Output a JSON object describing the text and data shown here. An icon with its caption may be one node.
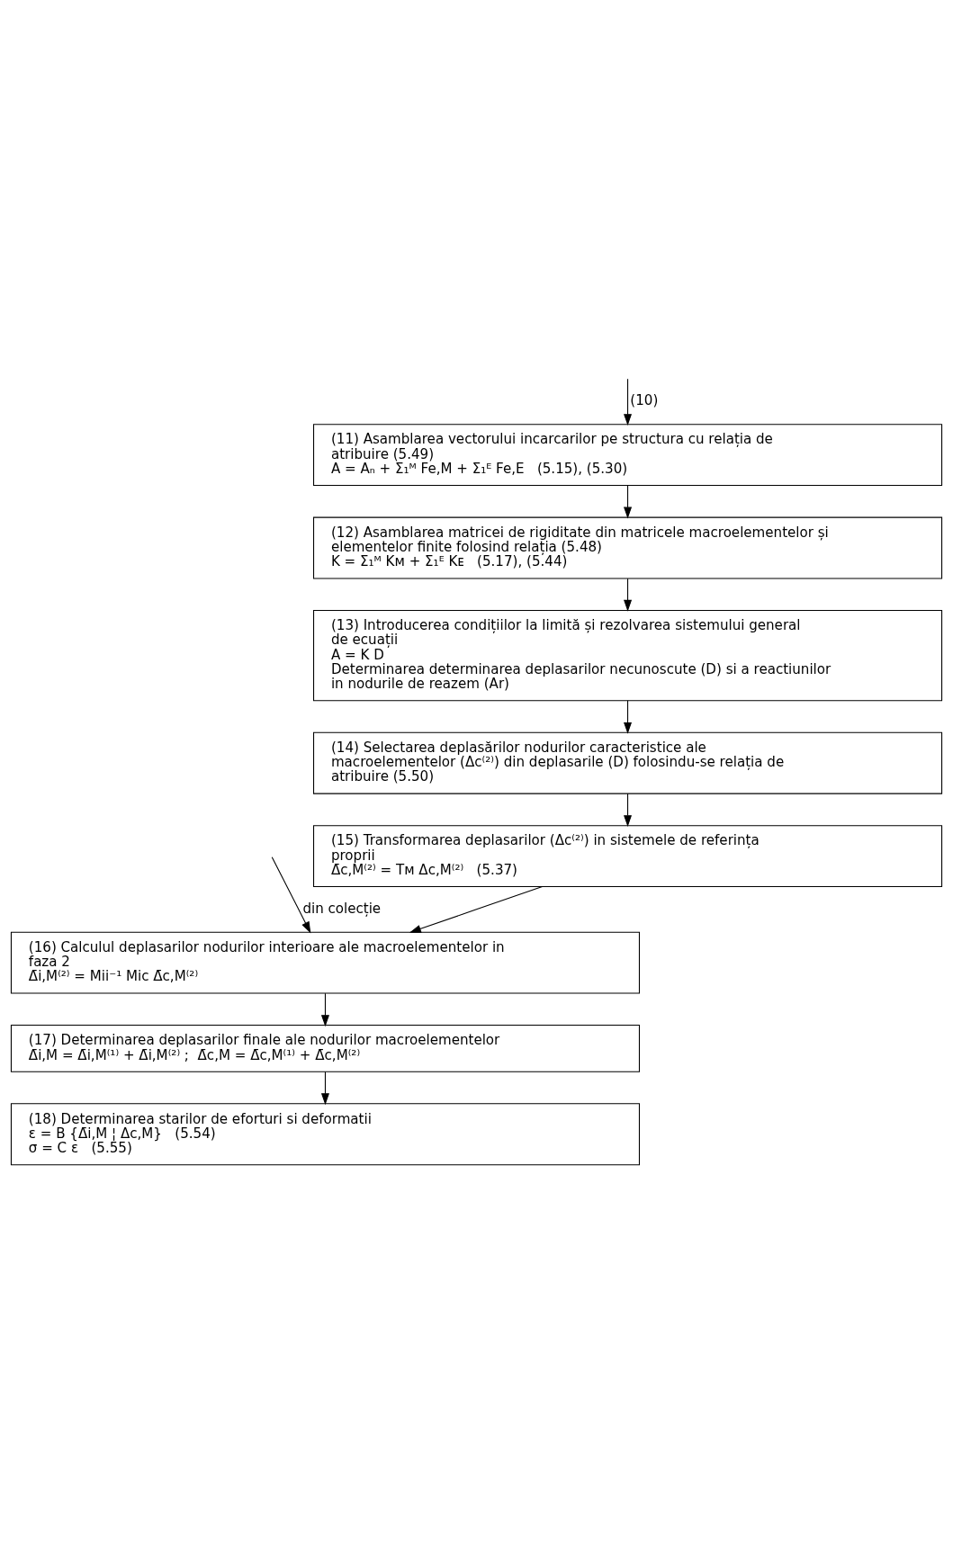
{
  "diagram": {
    "nodes": [
      {
        "text": [
          "(11) Asamblarea vectorului incarcarilor pe structura cu relația de atribuire (5.49)",
          "A = Aₙ + Σ₁ᴹ Fe,M + Σ₁ᴱ Fe,E   (5.15), (5.30)"
        ]
      },
      {
        "text": [
          "(12) Asamblarea matricei de rigiditate din matricele macroelementelor și elementelor finite folosind relația (5.48)",
          "K = Σ₁ᴹ Kᴍ + Σ₁ᴱ Kᴇ   (5.17), (5.44)"
        ]
      },
      {
        "text": [
          "(13) Introducerea condițiilor la limită și rezolvarea sistemului general de ecuații",
          "A = K D",
          "Determinarea determinarea deplasarilor necunoscute (D) si a reactiunilor in nodurile de reazem (Ar)"
        ]
      },
      {
        "text": [
          "(14) Selectarea deplasărilor nodurilor caracteristice ale macroelementelor (Δc⁽²⁾) din deplasarile (D) folosindu-se relația de atribuire (5.50)"
        ]
      },
      {
        "text": [
          "(15) Transformarea deplasarilor (Δc⁽²⁾) in sistemele de referința proprii",
          "Δ̄c,M⁽²⁾ = Tᴍ Δc,M⁽²⁾   (5.37)"
        ]
      },
      {
        "text": [
          "(16) Calculul deplasarilor nodurilor interioare ale macroelementelor in faza 2",
          "Δ̄i,M⁽²⁾ = Mii⁻¹ Mic Δ̄c,M⁽²⁾"
        ]
      },
      {
        "text": [
          "(17) Determinarea deplasarilor finale ale nodurilor macroelementelor",
          "Δ̄i,M = Δ̄i,M⁽¹⁾ + Δ̄i,M⁽²⁾ ;  Δ̄c,M = Δ̄c,M⁽¹⁾ + Δ̄c,M⁽²⁾"
        ]
      },
      {
        "text": [
          "(18) Determinarea starilor de eforturi si deformatii",
          "ε = B {Δ̄i,M ¦ Δc,M}   (5.54)",
          "σ = C ε   (5.55)"
        ]
      }
    ],
    "edges": [
      {
        "from": null,
        "to": 0,
        "arrow": "to",
        "label": "(10)"
      },
      {
        "from": 0,
        "to": 1,
        "arrow": "to"
      },
      {
        "from": 1,
        "to": 2,
        "arrow": "to"
      },
      {
        "from": 2,
        "to": 3,
        "arrow": "to"
      },
      {
        "from": 3,
        "to": 4,
        "arrow": "to"
      },
      {
        "from": 4,
        "to": 5,
        "arrow": "to"
      },
      {
        "from": null,
        "to": 5,
        "arrow": "to",
        "label": "din colecție"
      },
      {
        "from": 5,
        "to": 6,
        "arrow": "to"
      },
      {
        "from": 6,
        "to": 7,
        "arrow": "to"
      }
    ]
  }
}
